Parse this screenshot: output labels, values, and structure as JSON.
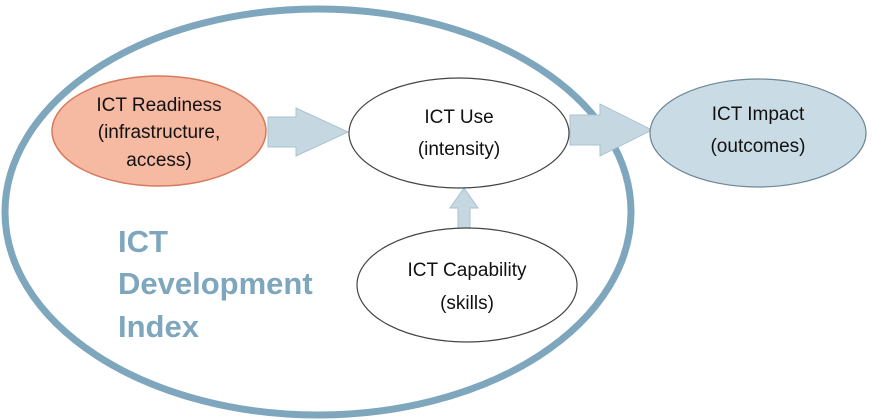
{
  "colors": {
    "outer_ring": "#7ea6bd",
    "readiness_fill": "#f6b9a2",
    "readiness_stroke": "#d77b5e",
    "impact_fill": "#c9dbe5",
    "impact_stroke": "#6d8795",
    "node_stroke": "#444444",
    "arrow_fill": "#c5d8e2",
    "arrow_stroke": "#a9c2cf",
    "index_text": "#7ea6bd"
  },
  "nodes": {
    "readiness": {
      "line1": "ICT Readiness",
      "line2": "(infrastructure,",
      "line3": "access)"
    },
    "use": {
      "line1": "ICT Use",
      "line2": "(intensity)"
    },
    "impact": {
      "line1": "ICT Impact",
      "line2": "(outcomes)"
    },
    "capability": {
      "line1": "ICT Capability",
      "line2": "(skills)"
    }
  },
  "index_label": {
    "line1": "ICT",
    "line2": "Development",
    "line3": "Index"
  }
}
